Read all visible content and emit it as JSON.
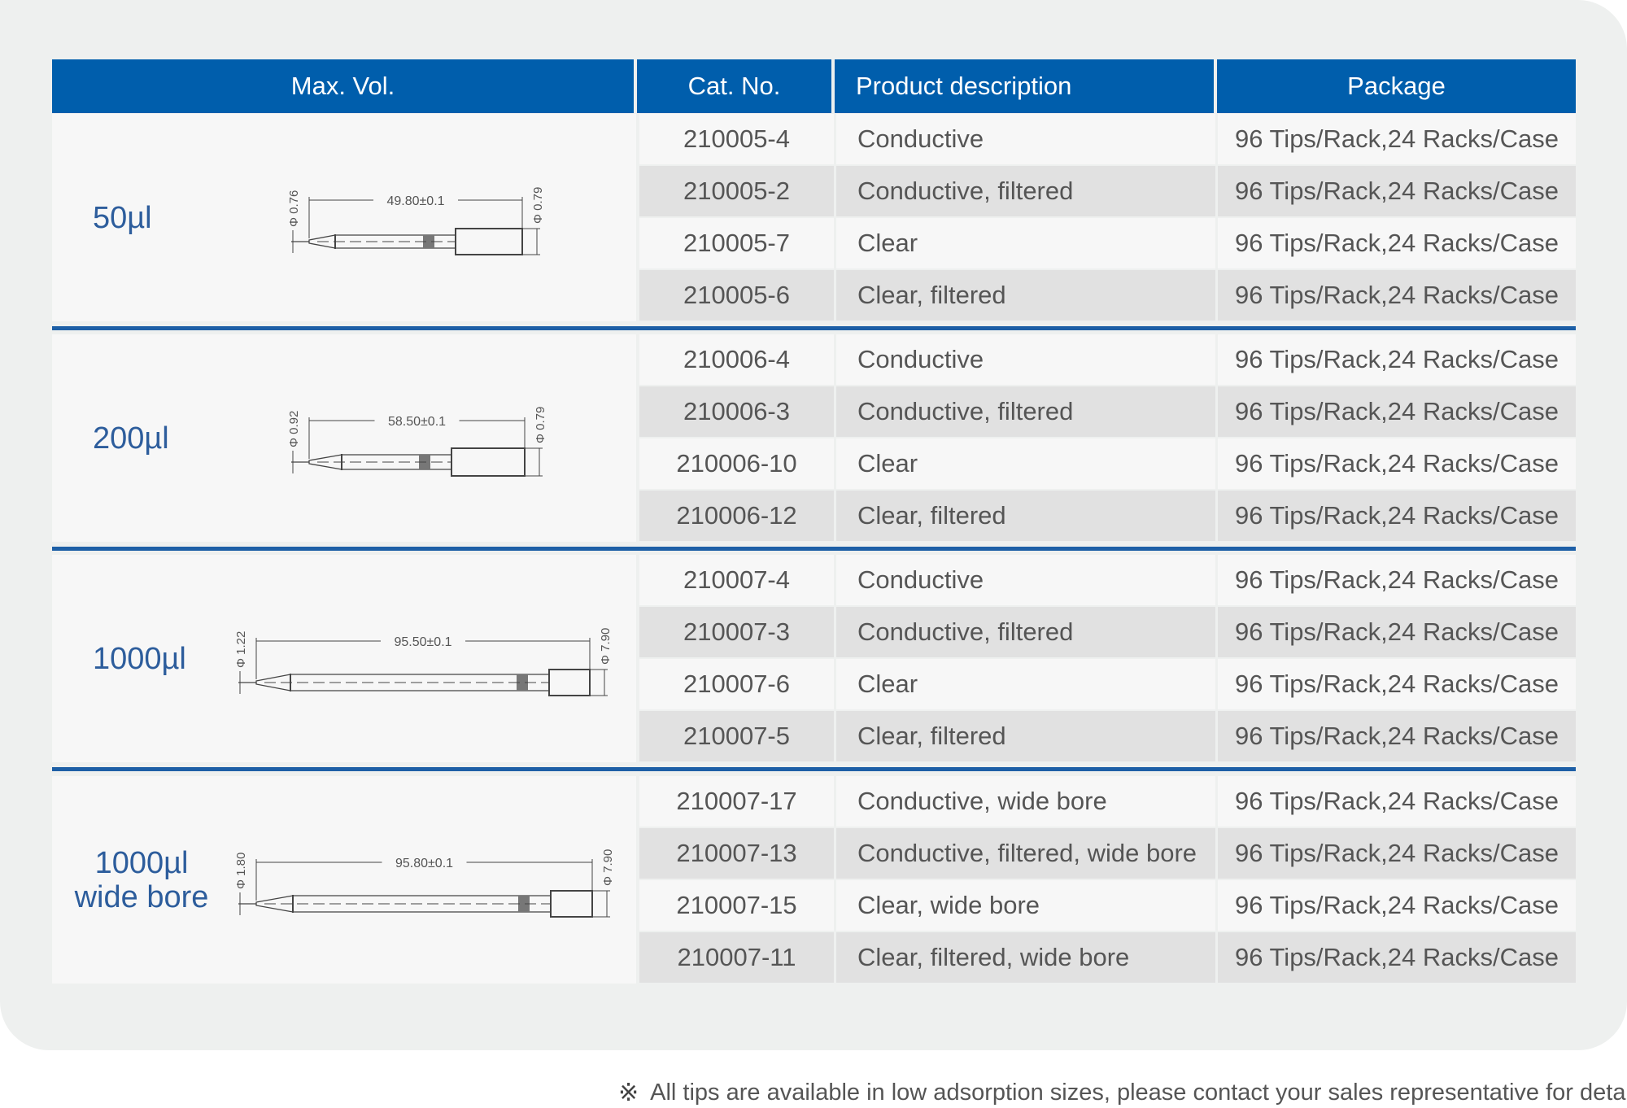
{
  "header": {
    "max_vol": "Max. Vol.",
    "cat_no": "Cat. No.",
    "description": "Product description",
    "package": "Package"
  },
  "groups": [
    {
      "volume": [
        "50µl"
      ],
      "drawing": {
        "tip_dia": "Φ 0.76",
        "length": "49.80±0.1",
        "top_dia": "Φ 0.79"
      },
      "rows": [
        {
          "cat": "210005-4",
          "desc": "Conductive",
          "pkg": "96 Tips/Rack,24 Racks/Case"
        },
        {
          "cat": "210005-2",
          "desc": "Conductive, filtered",
          "pkg": "96 Tips/Rack,24 Racks/Case"
        },
        {
          "cat": "210005-7",
          "desc": "Clear",
          "pkg": "96 Tips/Rack,24 Racks/Case"
        },
        {
          "cat": "210005-6",
          "desc": "Clear, filtered",
          "pkg": "96 Tips/Rack,24 Racks/Case"
        }
      ]
    },
    {
      "volume": [
        "200µl"
      ],
      "drawing": {
        "tip_dia": "Φ 0.92",
        "length": "58.50±0.1",
        "top_dia": "Φ 0.79"
      },
      "rows": [
        {
          "cat": "210006-4",
          "desc": "Conductive",
          "pkg": "96 Tips/Rack,24 Racks/Case"
        },
        {
          "cat": "210006-3",
          "desc": "Conductive, filtered",
          "pkg": "96 Tips/Rack,24 Racks/Case"
        },
        {
          "cat": "210006-10",
          "desc": "Clear",
          "pkg": "96 Tips/Rack,24 Racks/Case"
        },
        {
          "cat": "210006-12",
          "desc": "Clear, filtered",
          "pkg": "96 Tips/Rack,24 Racks/Case"
        }
      ]
    },
    {
      "volume": [
        "1000µl"
      ],
      "drawing": {
        "tip_dia": "Φ 1.22",
        "length": "95.50±0.1",
        "top_dia": "Φ 7.90"
      },
      "rows": [
        {
          "cat": "210007-4",
          "desc": "Conductive",
          "pkg": "96 Tips/Rack,24 Racks/Case"
        },
        {
          "cat": "210007-3",
          "desc": "Conductive, filtered",
          "pkg": "96 Tips/Rack,24 Racks/Case"
        },
        {
          "cat": "210007-6",
          "desc": "Clear",
          "pkg": "96 Tips/Rack,24 Racks/Case"
        },
        {
          "cat": "210007-5",
          "desc": "Clear, filtered",
          "pkg": "96 Tips/Rack,24 Racks/Case"
        }
      ]
    },
    {
      "volume": [
        "1000µl",
        "wide bore"
      ],
      "drawing": {
        "tip_dia": "Φ 1.80",
        "length": "95.80±0.1",
        "top_dia": "Φ 7.90"
      },
      "rows": [
        {
          "cat": "210007-17",
          "desc": "Conductive, wide bore",
          "pkg": "96 Tips/Rack,24 Racks/Case"
        },
        {
          "cat": "210007-13",
          "desc": "Conductive, filtered, wide bore",
          "pkg": "96 Tips/Rack,24 Racks/Case"
        },
        {
          "cat": "210007-15",
          "desc": "Clear, wide bore",
          "pkg": "96 Tips/Rack,24 Racks/Case"
        },
        {
          "cat": "210007-11",
          "desc": "Clear, filtered, wide bore",
          "pkg": "96 Tips/Rack,24 Racks/Case"
        }
      ]
    }
  ],
  "footer": {
    "mark": "※",
    "note": "All tips are available in low adsorption sizes, please contact your sales representative for details"
  }
}
